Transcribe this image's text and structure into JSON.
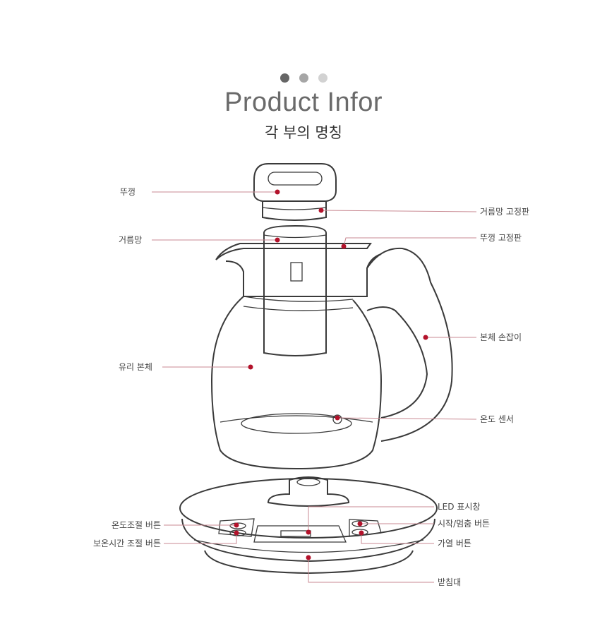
{
  "header": {
    "pager_dots": [
      "#666666",
      "#a6a6a6",
      "#d2d2d2"
    ],
    "title": "Product Infor",
    "subtitle": "각 부의 명칭"
  },
  "accent_color": "#b3122b",
  "parts": {
    "lid": "뚜껑",
    "filter_holder": "거름망 고정판",
    "filter": "거름망",
    "lid_holder": "뚜껑 고정판",
    "handle": "본체 손잡이",
    "glass_body": "유리 본체",
    "temp_sensor": "온도 센서",
    "led_display": "LED 표시창",
    "temp_button": "온도조절 버튼",
    "start_stop_button": "시작/멈춤 버튼",
    "keep_warm_button": "보온시간 조절 버튼",
    "heat_button": "가열 버튼",
    "base": "받침대"
  }
}
